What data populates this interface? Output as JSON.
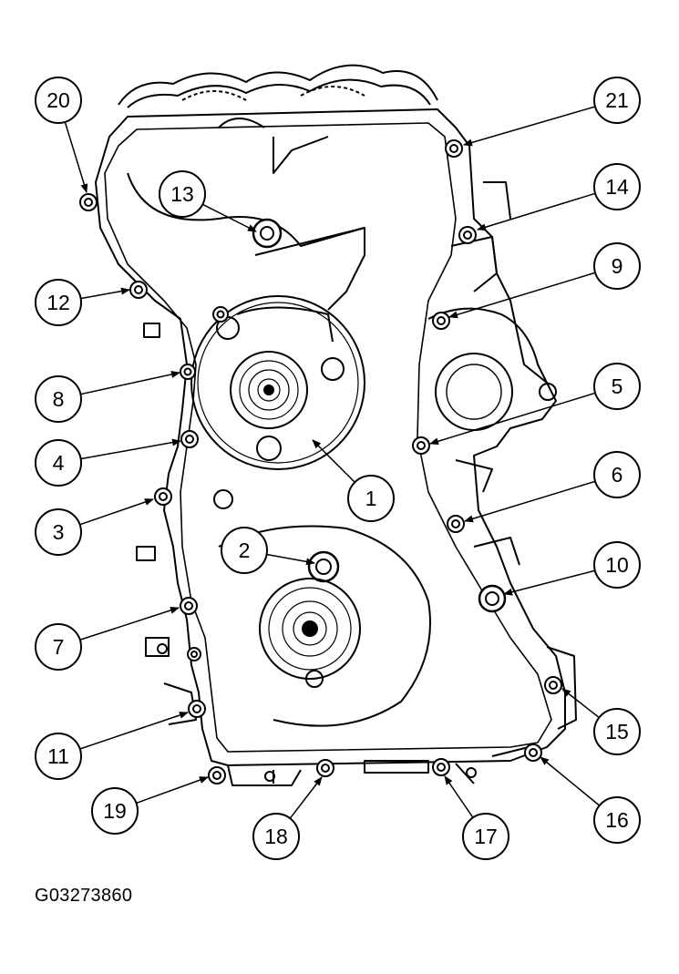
{
  "figure_id": "G03273860",
  "callouts": [
    {
      "label": "1"
    },
    {
      "label": "2"
    },
    {
      "label": "3"
    },
    {
      "label": "4"
    },
    {
      "label": "5"
    },
    {
      "label": "6"
    },
    {
      "label": "7"
    },
    {
      "label": "8"
    },
    {
      "label": "9"
    },
    {
      "label": "10"
    },
    {
      "label": "11"
    },
    {
      "label": "12"
    },
    {
      "label": "13"
    },
    {
      "label": "14"
    },
    {
      "label": "15"
    },
    {
      "label": "16"
    },
    {
      "label": "17"
    },
    {
      "label": "18"
    },
    {
      "label": "19"
    },
    {
      "label": "20"
    },
    {
      "label": "21"
    }
  ]
}
